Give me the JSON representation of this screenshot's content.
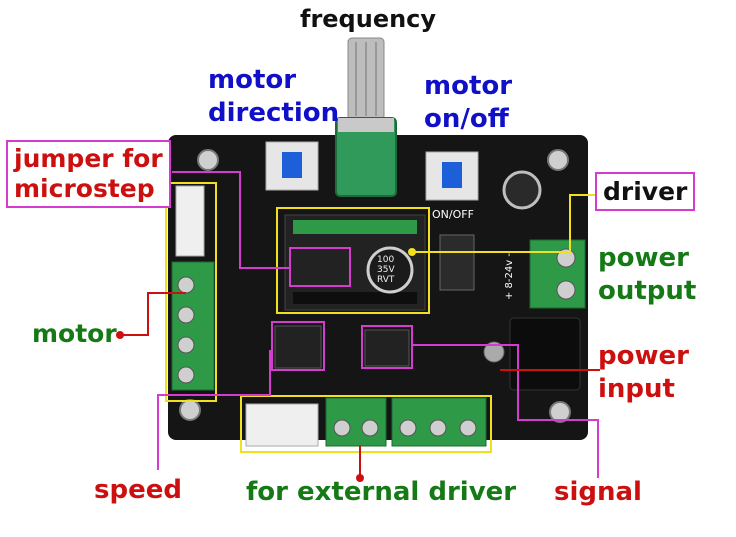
{
  "labels": {
    "frequency": "frequency",
    "motor_direction": "motor\ndirection",
    "motor_onoff": "motor\non/off",
    "jumper": "jumper for\nmicrostep",
    "driver": "driver",
    "power_output": "power\noutput",
    "motor": "motor",
    "power_input": "power\ninput",
    "speed": "speed",
    "external_driver": "for external driver",
    "signal": "signal"
  },
  "board": {
    "onoff_silk": "ON/OFF",
    "voltage_silk": "+ 8-24v -",
    "cap_text": "100\n35V\nRVT"
  },
  "colors": {
    "label_blue": "#1010c8",
    "label_red": "#cc1010",
    "label_green": "#157a15",
    "annotation_magenta": "#d63bd0",
    "annotation_yellow": "#f0e020",
    "pcb": "#151515",
    "terminal_green": "#2e9a47"
  }
}
